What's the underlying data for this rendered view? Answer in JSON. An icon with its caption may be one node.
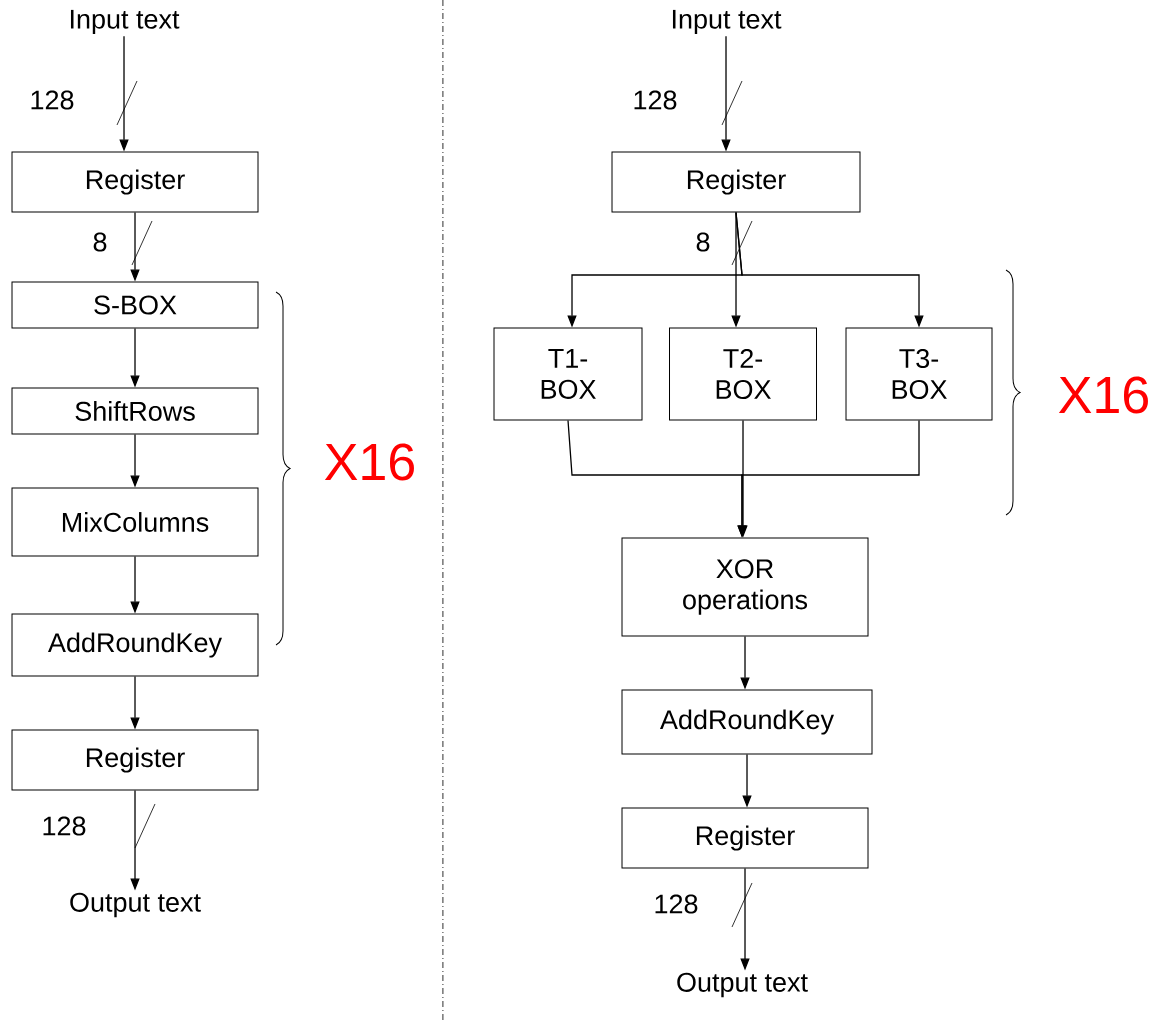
{
  "diagram": {
    "nodes": [
      {
        "text": [
          "Input text"
        ]
      },
      {
        "text": [
          "Register"
        ]
      },
      {
        "text": [
          "S-BOX"
        ]
      },
      {
        "text": [
          "ShiftRows"
        ]
      },
      {
        "text": [
          "MixColumns"
        ]
      },
      {
        "text": [
          "AddRoundKey"
        ]
      },
      {
        "text": [
          "Register"
        ]
      },
      {
        "text": [
          "Output text"
        ]
      },
      {
        "text": [
          "Input text"
        ]
      },
      {
        "text": [
          "Register"
        ]
      },
      {
        "text": [
          "T1- BOX"
        ]
      },
      {
        "text": [
          "T2- BOX"
        ]
      },
      {
        "text": [
          "T3- BOX"
        ]
      },
      {
        "text": [
          "XOR operations"
        ]
      },
      {
        "text": [
          "AddRoundKey"
        ]
      },
      {
        "text": [
          "Register"
        ]
      },
      {
        "text": [
          "Output text"
        ]
      }
    ],
    "edges": [
      {
        "from": 0,
        "to": 1,
        "arrow": "to",
        "label": "128"
      },
      {
        "from": 1,
        "to": 2,
        "arrow": "to",
        "label": "8"
      },
      {
        "from": 2,
        "to": 3,
        "arrow": "to"
      },
      {
        "from": 3,
        "to": 4,
        "arrow": "to"
      },
      {
        "from": 4,
        "to": 5,
        "arrow": "to"
      },
      {
        "from": 5,
        "to": 6,
        "arrow": "to"
      },
      {
        "from": 6,
        "to": 7,
        "arrow": "to",
        "label": "128"
      },
      {
        "from": 8,
        "to": 9,
        "arrow": "to",
        "label": "128"
      },
      {
        "from": 9,
        "to": 10,
        "arrow": "to"
      },
      {
        "from": 9,
        "to": 11,
        "arrow": "to",
        "label": "8"
      },
      {
        "from": 9,
        "to": 12,
        "arrow": "to"
      },
      {
        "from": 10,
        "to": 13,
        "arrow": "to"
      },
      {
        "from": 11,
        "to": 13,
        "arrow": "to"
      },
      {
        "from": 12,
        "to": 13,
        "arrow": "to"
      },
      {
        "from": 13,
        "to": 14,
        "arrow": "to"
      },
      {
        "from": 14,
        "to": 15,
        "arrow": "to"
      },
      {
        "from": 15,
        "to": 16,
        "arrow": "to",
        "label": "128"
      }
    ],
    "labels": [
      "X16",
      "X16"
    ]
  }
}
